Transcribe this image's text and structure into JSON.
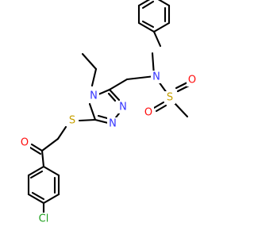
{
  "diagram": {
    "atom_labels": {
      "n_sulfonamide": "N",
      "s_sulfonyl": "S",
      "o_sulfonyl_1": "O",
      "o_sulfonyl_2": "O",
      "n4_triazole": "N",
      "n1_triazole": "N",
      "n2_triazole": "N",
      "s_thioether": "S",
      "o_ketone": "O",
      "cl_substituent": "Cl"
    },
    "colors": {
      "bond": "#000000",
      "nitrogen": "#3333ff",
      "oxygen": "#ff0d0d",
      "sulfur": "#c6a000",
      "chlorine": "#1fa01f",
      "background": "#ffffff"
    }
  }
}
